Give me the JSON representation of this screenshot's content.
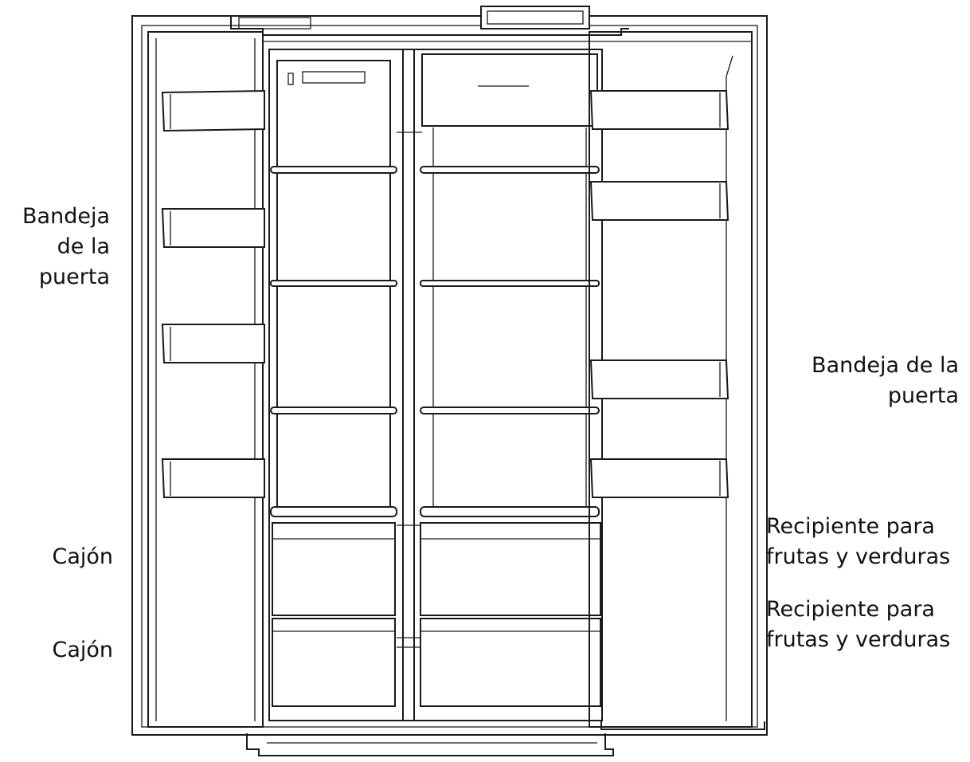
{
  "labels": {
    "door_tray_left": [
      "Bandeja",
      "de la",
      "puerta"
    ],
    "door_tray_right": [
      "Bandeja de la",
      "puerta"
    ],
    "drawer_1": "Cajón",
    "drawer_2": "Cajón",
    "crisper_1": [
      "Recipiente para",
      "frutas y verduras"
    ],
    "crisper_2": [
      "Recipiente para",
      "frutas y verduras"
    ]
  },
  "colors": {
    "line": "#1a1a1a",
    "background": "#ffffff"
  }
}
